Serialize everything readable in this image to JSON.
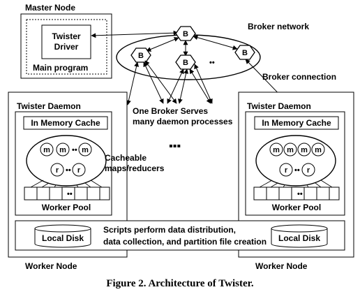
{
  "master": {
    "title": "Master Node",
    "driver_line1": "Twister",
    "driver_line2": "Driver",
    "program": "Main program"
  },
  "broker": {
    "network_label": "Broker network",
    "node_label": "B",
    "dots": "••",
    "connection_label": "Broker connection",
    "serves_line1": "One Broker Serves",
    "serves_line2": "many daemon processes"
  },
  "daemon": {
    "title": "Twister Daemon",
    "cache": "In Memory Cache",
    "map_label": "m",
    "reduce_label": "r",
    "dots": "••",
    "cacheable_line1": "Cacheable",
    "cacheable_line2": "maps/reducers",
    "pool": "Worker Pool",
    "disk": "Local Disk",
    "worker_node": "Worker Node"
  },
  "middle_dots": "▪▪▪",
  "scripts": {
    "line1": "Scripts perform data distribution,",
    "line2": "data collection, and partition file creation"
  },
  "caption": "Figure 2. Architecture of Twister."
}
